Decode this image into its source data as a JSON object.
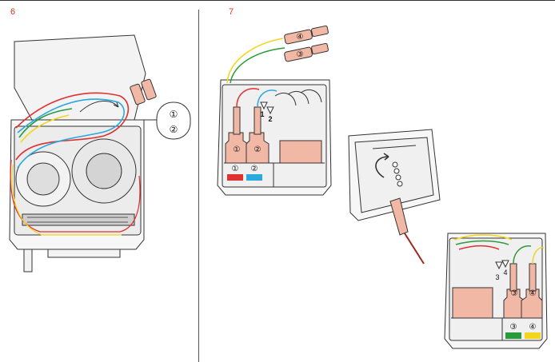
{
  "steps": [
    {
      "number": "6"
    },
    {
      "number": "7"
    }
  ],
  "step6": {
    "callouts": [
      "①",
      "②"
    ]
  },
  "step7": {
    "connector_labels_top": [
      "④",
      "③"
    ],
    "fiber_labels_left": [
      "①",
      "②"
    ],
    "route_labels_left": [
      "1",
      "2"
    ],
    "tray_labels_left": [
      "①",
      "②"
    ],
    "route_labels_right": [
      "3",
      "4"
    ],
    "fiber_labels_right": [
      "③",
      "④"
    ],
    "tray_labels_right": [
      "③",
      "④"
    ]
  },
  "colors": {
    "step_number": "#e4341c",
    "fiber_red": "#e03030",
    "fiber_blue": "#2aa8e0",
    "fiber_green": "#2a9a3a",
    "fiber_yellow": "#f2d51c",
    "connector": "#f1b8a6",
    "screwdriver": "#a02820"
  }
}
